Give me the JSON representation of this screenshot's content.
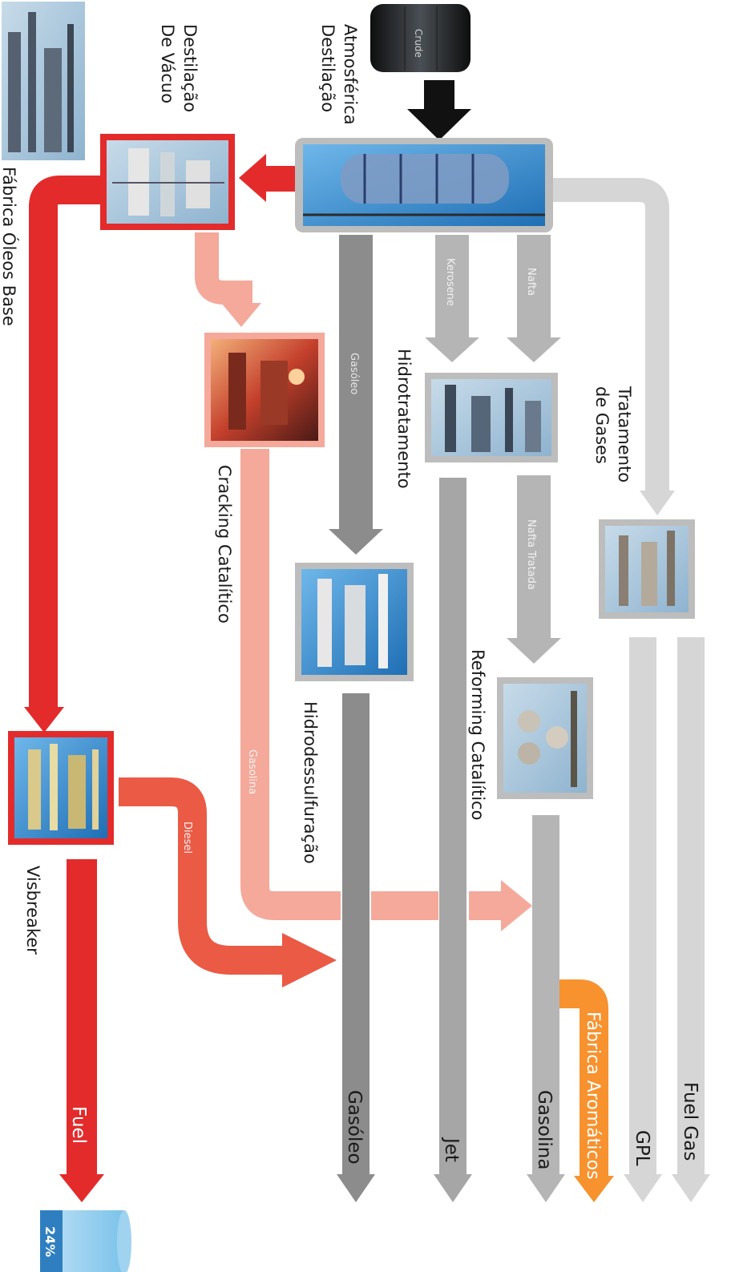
{
  "crude_label": "Crude",
  "units": {
    "atmospheric": "Destilação Atmosférica",
    "vacuum": "Destilação De Vácuo",
    "lube": "Fábrica Óleos Base",
    "gas_treatment": "Tratamento de Gases",
    "hydrotreating": "Hidrotratamento",
    "reforming": "Reforming Catalítico",
    "hds": "Hidrodessulfuração",
    "cracking": "Cracking Catalítico",
    "visbreaker": "Visbreaker"
  },
  "streams": {
    "nafta": "Nafta",
    "kerosene": "Kerosene",
    "gasoleo": "Gasóleo",
    "nafta_tratada": "Nafta Tratada",
    "gasolina": "Gasolina",
    "diesel": "Diesel"
  },
  "products": {
    "fuel_gas": "Fuel Gas",
    "gpl": "GPL",
    "aromaticos": "Fábrica Aromáticos",
    "gasolina": "Gasolina",
    "jet": "Jet",
    "gasoleo": "Gasóleo",
    "fuel": "Fuel"
  },
  "tank_percent": "24%",
  "colors": {
    "light_grey": "#d6d6d6",
    "mid_grey": "#b5b5b5",
    "dark_grey": "#8c8c8c",
    "red": "#e32b2b",
    "salmon": "#f4a99a",
    "coral": "#ea5a44",
    "orange": "#f7922e",
    "tank_blue": "#2f7fc0"
  }
}
